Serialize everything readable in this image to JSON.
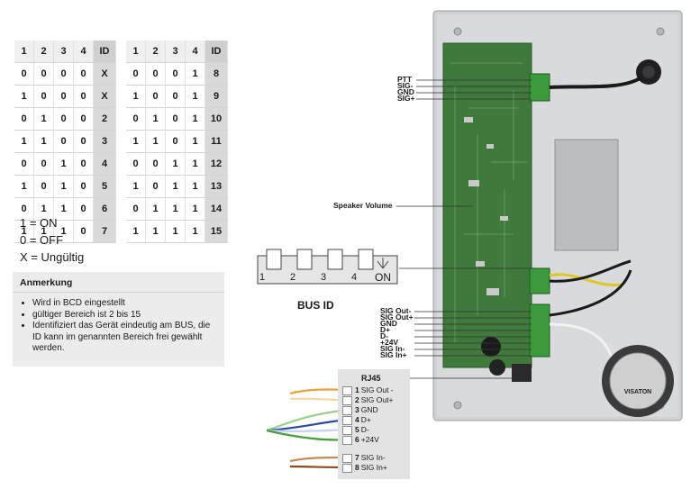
{
  "bcd_table_left": {
    "headers": [
      "1",
      "2",
      "3",
      "4",
      "ID"
    ],
    "rows": [
      [
        "0",
        "0",
        "0",
        "0",
        "X"
      ],
      [
        "1",
        "0",
        "0",
        "0",
        "X"
      ],
      [
        "0",
        "1",
        "0",
        "0",
        "2"
      ],
      [
        "1",
        "1",
        "0",
        "0",
        "3"
      ],
      [
        "0",
        "0",
        "1",
        "0",
        "4"
      ],
      [
        "1",
        "0",
        "1",
        "0",
        "5"
      ],
      [
        "0",
        "1",
        "1",
        "0",
        "6"
      ],
      [
        "1",
        "1",
        "1",
        "0",
        "7"
      ]
    ]
  },
  "bcd_table_right": {
    "headers": [
      "1",
      "2",
      "3",
      "4",
      "ID"
    ],
    "rows": [
      [
        "0",
        "0",
        "0",
        "1",
        "8"
      ],
      [
        "1",
        "0",
        "0",
        "1",
        "9"
      ],
      [
        "0",
        "1",
        "0",
        "1",
        "10"
      ],
      [
        "1",
        "1",
        "0",
        "1",
        "11"
      ],
      [
        "0",
        "0",
        "1",
        "1",
        "12"
      ],
      [
        "1",
        "0",
        "1",
        "1",
        "13"
      ],
      [
        "0",
        "1",
        "1",
        "1",
        "14"
      ],
      [
        "1",
        "1",
        "1",
        "1",
        "15"
      ]
    ]
  },
  "legend": [
    "1 = ON",
    "0 = OFF",
    "X = Ungültig"
  ],
  "note": {
    "title": "Anmerkung",
    "items": [
      "Wird in BCD eingestellt",
      "gültiger Bereich ist 2 bis 15",
      "Identifiziert das Gerät eindeutig am BUS, die ID kann im genannten Bereich frei gewählt werden."
    ]
  },
  "dip_switch": {
    "numbers": [
      "1",
      "2",
      "3",
      "4"
    ],
    "on_label": "ON",
    "caption": "BUS ID"
  },
  "board_labels": {
    "top_connector": [
      "PTT",
      "SIG-",
      "GND",
      "SIG+"
    ],
    "speaker_volume": "Speaker Volume",
    "bottom_connector": [
      "SIG Out-",
      "SIG Out+",
      "GND",
      "D+",
      "D-",
      "+24V",
      "SIG In-",
      "SIG In+"
    ]
  },
  "rj45": {
    "title": "RJ45",
    "pins": [
      {
        "num": "1",
        "label": "SIG Out -"
      },
      {
        "num": "2",
        "label": "SIG Out+"
      },
      {
        "num": "3",
        "label": "GND"
      },
      {
        "num": "4",
        "label": "D+"
      },
      {
        "num": "5",
        "label": "D-"
      },
      {
        "num": "6",
        "label": "+24V"
      },
      {
        "num": "7",
        "label": "SIG In-"
      },
      {
        "num": "8",
        "label": "SIG In+"
      }
    ]
  },
  "speaker_brand": "VISATON"
}
